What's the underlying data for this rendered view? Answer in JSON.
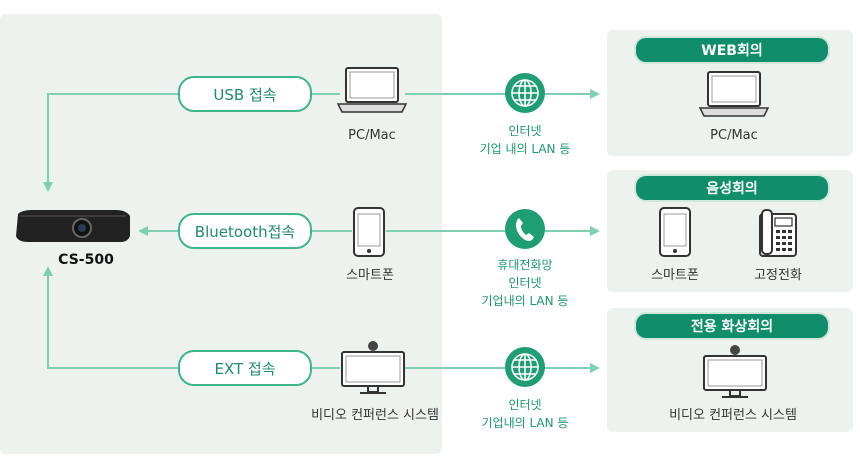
{
  "center_device": {
    "label": "CS-500"
  },
  "connections": [
    {
      "label": "USB 접속",
      "device": "PC/Mac",
      "network_lines": [
        "인터넷",
        "기업 내의 LAN 등"
      ]
    },
    {
      "label": "Bluetooth접속",
      "device": "스마트폰",
      "network_lines": [
        "휴대전화망",
        "인터넷",
        "기업내의 LAN 등"
      ]
    },
    {
      "label": "EXT 접속",
      "device": "비디오 컨퍼런스 시스템",
      "network_lines": [
        "인터넷",
        "기업내의 LAN 등"
      ]
    }
  ],
  "destinations": [
    {
      "title": "WEB회의",
      "devices": [
        "PC/Mac"
      ]
    },
    {
      "title": "음성회의",
      "devices": [
        "스마트폰",
        "고정전화"
      ]
    },
    {
      "title": "전용 화상회의",
      "devices": [
        "비디오 컨퍼런스 시스템"
      ]
    }
  ],
  "colors": {
    "accent": "#0f8e69",
    "line": "#7fd0b0",
    "panel": "#eef2ee"
  }
}
